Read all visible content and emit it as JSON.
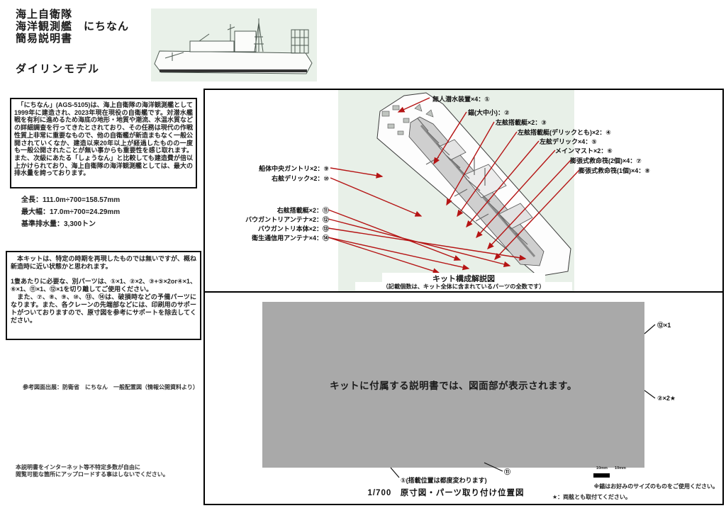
{
  "header": {
    "title_lines": [
      "海上自衛隊",
      "海洋観測艦　にちなん",
      "簡易説明書"
    ],
    "brand": "ダイリンモデル"
  },
  "intro_box": {
    "text": "　「にちなん」(AGS-5105)は、海上自衛隊の海洋観測艦として1999年に建造され、2023年現在現役の自衛艦です。対潜水艦戦を有利に進めるため海底の地形・地質や潮流、水温水質などの詳細調査を行ってきたとされており、その任務は現代の作戦性質上非常に重要なもので、他の自衛艦が新造まもなく一般公開されていくなか、建造以来20年以上が経過したものの一度も一般公開されたことが無い事からも重要性を感じ取れます。また、次級にあたる「しょうなん」と比較しても建造費が倍以上かけられており、海上自衛隊の海洋観測艦としては、最大の排水量を誇っております。"
  },
  "specs": {
    "length": "全長：111.0m÷700=158.57mm",
    "beam": "最大幅：17.0m÷700=24.29mm",
    "displacement": "基準排水量：3,300トン"
  },
  "kit_notes": {
    "para1": "　本キットは、特定の時期を再現したものでは無いですが、概ね新造時に近い状態かと思われます。",
    "para2": "1隻あたりに必要な、別パーツは、①×1、②×2、③+⑤×2or④×1、⑥×1、⑪×1、⑫×1を切り離してご使用ください。",
    "para3": "　また、⑦、⑧、⑨、⑩、⑬、⑭は、破損時などの予備パーツになります。また、各クレーンの先端部などには、印刷用のサポートがついておりますので、原寸図を参考にサポートを除去してください。"
  },
  "source_note": "参考図面出展：防衛省　にちなん　一般配置図（情報公開資料より）",
  "footer_note": {
    "line1": "本説明書をインターネット等不特定多数が自由に",
    "line2": "閲覧可能な箇所にアップロードする事はしないでください。"
  },
  "kit_diagram": {
    "caption": "キット構成解説図",
    "caption_sub": "（記載個数は、キット全体に含まれているパーツの全数です）",
    "labels": [
      {
        "text": "無人潜水装置×4：①"
      },
      {
        "text": "錨(大中小)：②"
      },
      {
        "text": "左舷搭載艇×2：③"
      },
      {
        "text": "左舷搭載艇(デリックとも)×2：④"
      },
      {
        "text": "左舷デリック×4：⑤"
      },
      {
        "text": "メインマスト×2：⑥"
      },
      {
        "text": "膨張式救命筏(2個)×4：⑦"
      },
      {
        "text": "膨張式救命筏(1個)×4：⑧"
      },
      {
        "text": "船体中央ガントリ×2：⑨"
      },
      {
        "text": "右舷デリック×2：⑩"
      },
      {
        "text": "右舷搭載艇×2：⑪"
      },
      {
        "text": "バウガントリアンテナ×2：⑫"
      },
      {
        "text": "バウガントリ本体×2：⑬"
      },
      {
        "text": "衛生通信用アンテナ×4：⑭"
      }
    ]
  },
  "placement_diagram": {
    "placeholder": "キットに付属する説明書では、図面部が表示されます。",
    "label_12": "⑫×1",
    "label_2": "②×2★",
    "label_1": "①(搭載位置は都度変わります)",
    "label_11": "⑪",
    "scale_seg1": "10mm",
    "scale_seg2": "10mm",
    "caption": "1/700　原寸図・パーツ取り付け位置図",
    "note_anchor": "※錨はお好みのサイズのものをご使用ください。",
    "note_star": "★：両舷とも取付てください。"
  },
  "colors": {
    "leader_red": "#b51414",
    "pale_green": "#e8f0e8",
    "placeholder_gray": "#a9a9a9"
  }
}
